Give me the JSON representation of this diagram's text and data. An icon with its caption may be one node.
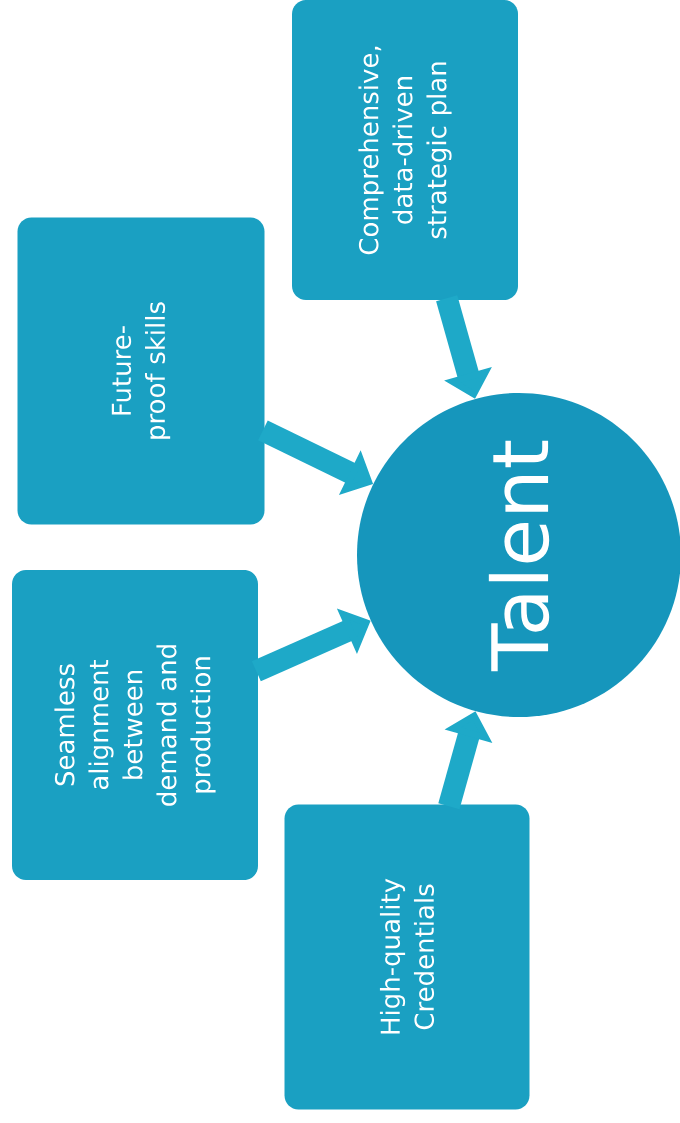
{
  "diagram": {
    "nodes": [
      {
        "text": [
          "Comprehensive, data-driven strategic plan"
        ]
      },
      {
        "text": [
          "Future-proof skills"
        ]
      },
      {
        "text": [
          "Seamless alignment between demand and production"
        ]
      },
      {
        "text": [
          "High-quality Credentials"
        ]
      },
      {
        "text": [
          "Talent"
        ]
      }
    ],
    "edges": [
      {
        "from": 0,
        "to": 4,
        "arrow": "to"
      },
      {
        "from": 1,
        "to": 4,
        "arrow": "to"
      },
      {
        "from": 2,
        "to": 4,
        "arrow": "to"
      },
      {
        "from": 3,
        "to": 4,
        "arrow": "to"
      }
    ]
  }
}
